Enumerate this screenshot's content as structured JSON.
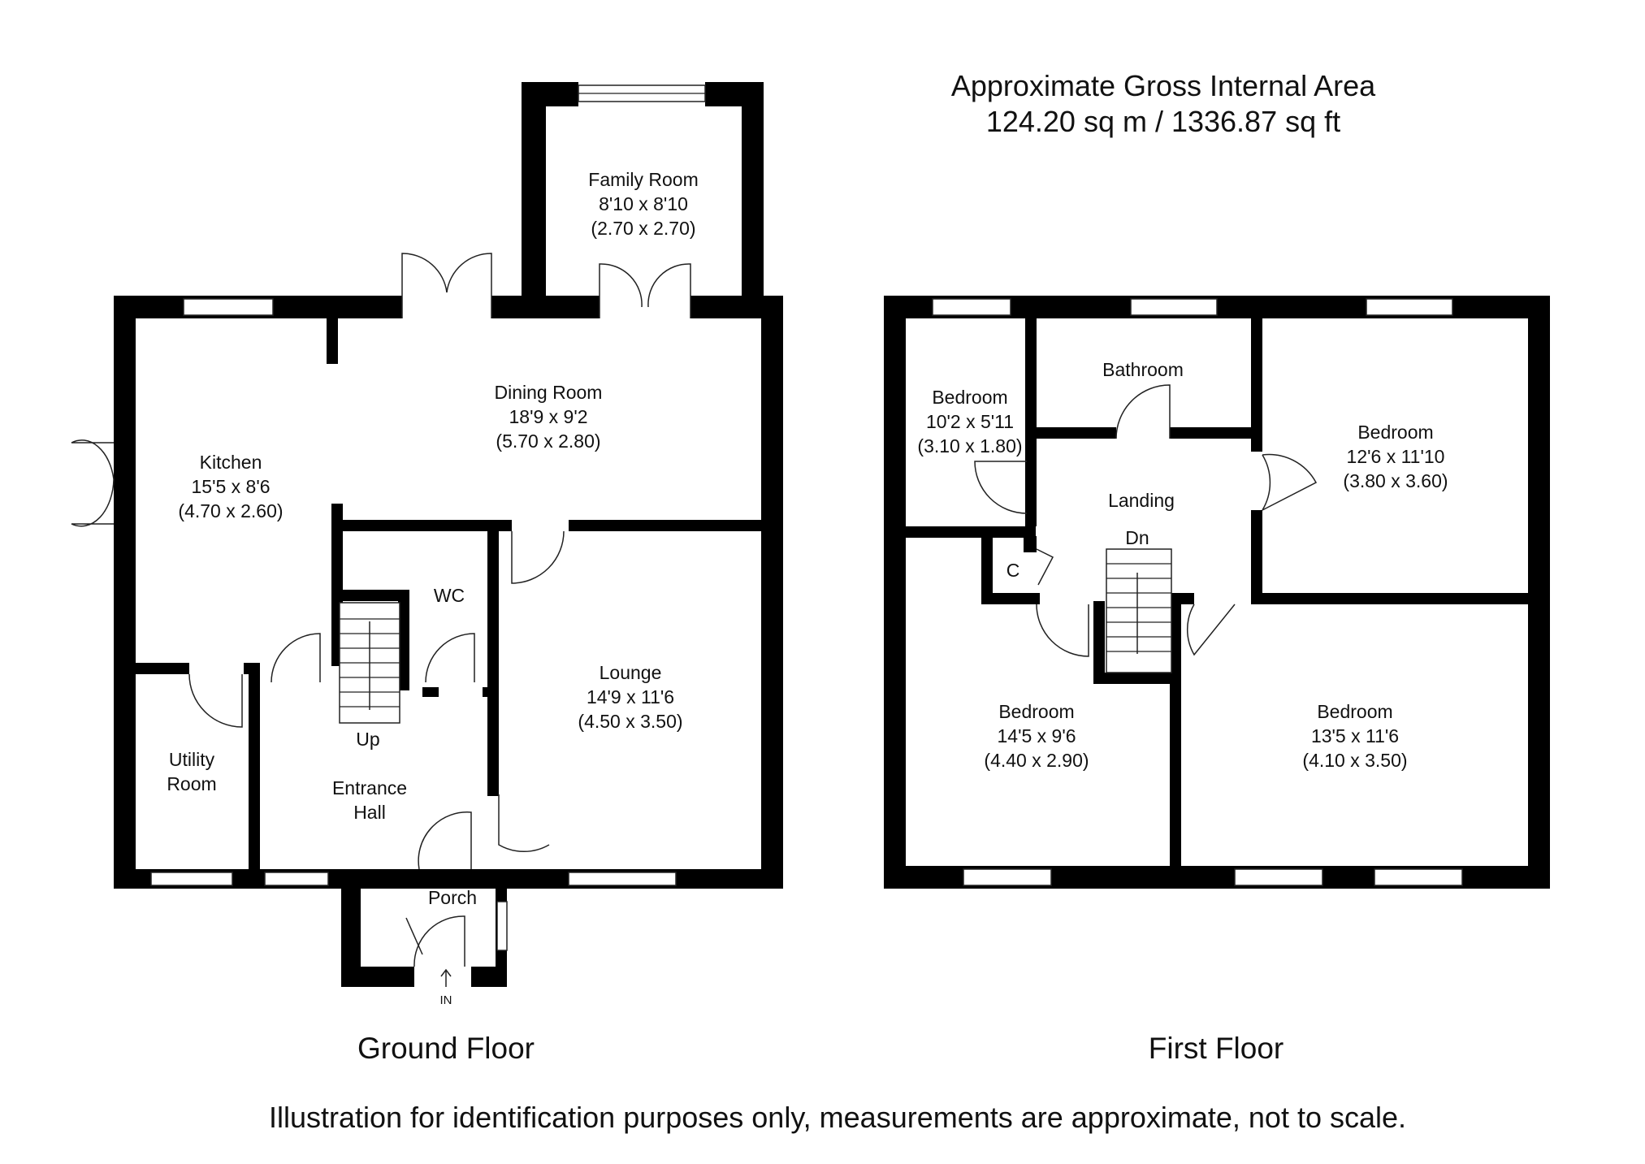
{
  "area": {
    "heading": "Approximate Gross Internal Area",
    "value": "124.20 sq m / 1336.87 sq ft"
  },
  "ground_floor": {
    "title": "Ground Floor",
    "rooms": [
      {
        "id": "family-room",
        "lines": [
          "Family Room",
          "8'10 x 8'10",
          "(2.70 x 2.70)"
        ]
      },
      {
        "id": "dining-room",
        "lines": [
          "Dining Room",
          "18'9 x 9'2",
          "(5.70 x 2.80)"
        ]
      },
      {
        "id": "kitchen",
        "lines": [
          "Kitchen",
          "15'5 x 8'6",
          "(4.70 x 2.60)"
        ]
      },
      {
        "id": "lounge",
        "lines": [
          "Lounge",
          "14'9 x 11'6",
          "(4.50 x 3.50)"
        ]
      },
      {
        "id": "utility-room",
        "lines": [
          "Utility",
          "Room"
        ]
      },
      {
        "id": "entrance-hall",
        "lines": [
          "Entrance",
          "Hall"
        ]
      },
      {
        "id": "wc",
        "lines": [
          "WC"
        ]
      },
      {
        "id": "porch",
        "lines": [
          "Porch"
        ]
      }
    ],
    "stairs_label": "Up",
    "entry_label": "IN"
  },
  "first_floor": {
    "title": "First Floor",
    "rooms": [
      {
        "id": "bedroom-small",
        "lines": [
          "Bedroom",
          "10'2 x 5'11",
          "(3.10 x 1.80)"
        ]
      },
      {
        "id": "bathroom",
        "lines": [
          "Bathroom"
        ]
      },
      {
        "id": "bedroom-front-right",
        "lines": [
          "Bedroom",
          "12'6 x 11'10",
          "(3.80 x 3.60)"
        ]
      },
      {
        "id": "landing",
        "lines": [
          "Landing"
        ]
      },
      {
        "id": "cupboard",
        "lines": [
          "C"
        ]
      },
      {
        "id": "bedroom-rear-left",
        "lines": [
          "Bedroom",
          "14'5 x 9'6",
          "(4.40 x 2.90)"
        ]
      },
      {
        "id": "bedroom-rear-right",
        "lines": [
          "Bedroom",
          "13'5 x 11'6",
          "(4.10 x 3.50)"
        ]
      }
    ],
    "stairs_label": "Dn"
  },
  "disclaimer": "Illustration for identification purposes only, measurements are approximate, not to scale."
}
